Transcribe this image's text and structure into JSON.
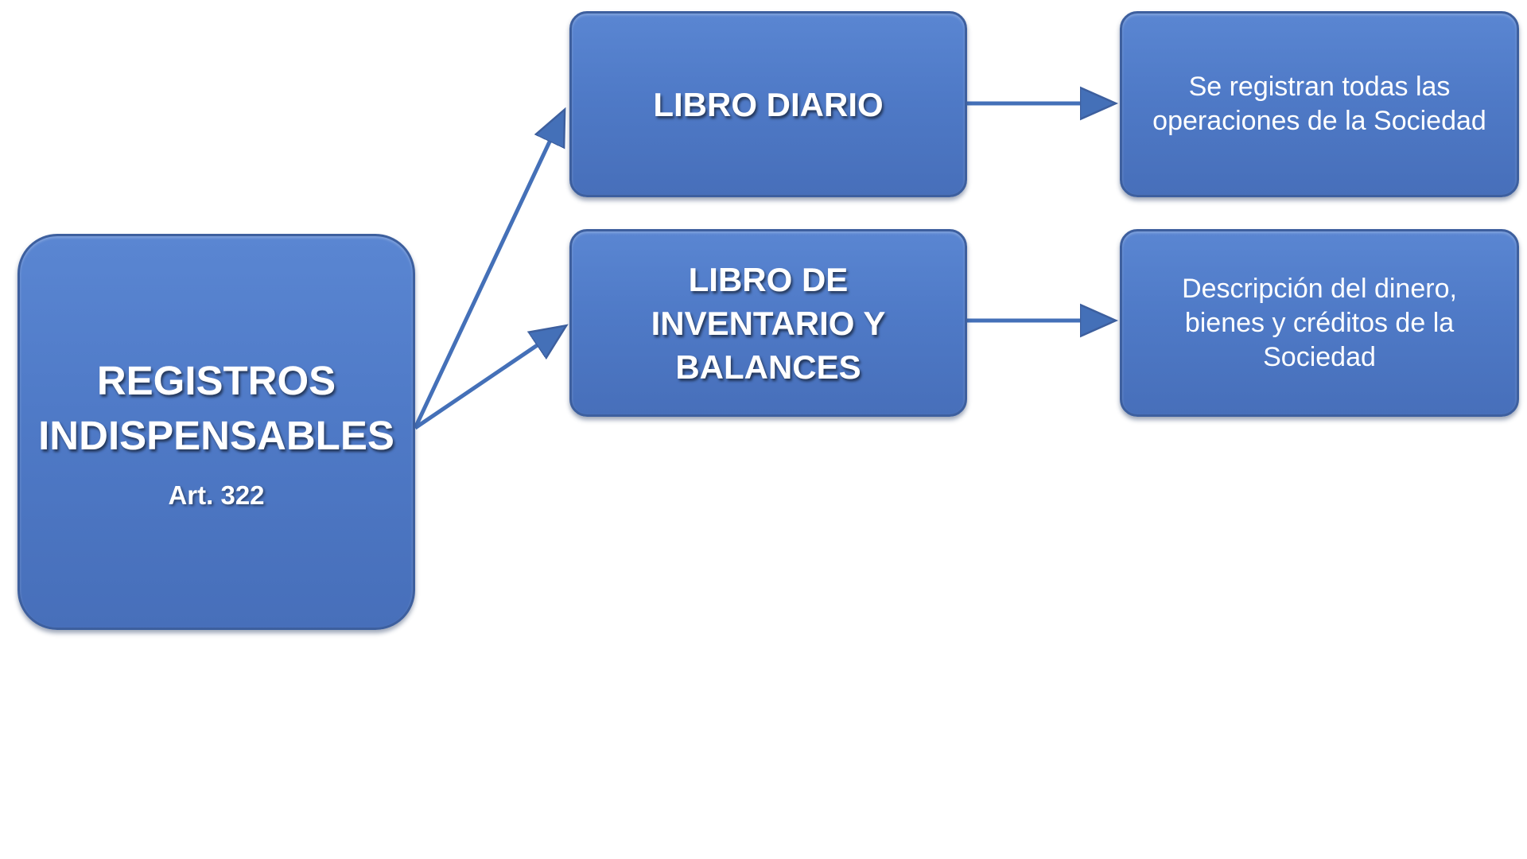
{
  "root": {
    "title_line1": "REGISTROS",
    "title_line2": "INDISPENSABLES",
    "subtitle": "Art. 322"
  },
  "books": [
    {
      "title_lines": [
        "LIBRO DIARIO"
      ]
    },
    {
      "title_lines": [
        "LIBRO DE",
        "INVENTARIO Y",
        "BALANCES"
      ]
    }
  ],
  "descriptions": [
    {
      "lines": [
        "Se registran todas las",
        "operaciones de la Sociedad"
      ]
    },
    {
      "lines": [
        "Descripción del dinero,",
        "bienes y créditos de la",
        "Sociedad"
      ]
    }
  ],
  "colors": {
    "box_fill": "#4f7ac7",
    "box_border": "#3d5f9e",
    "arrow": "#4470b8"
  }
}
